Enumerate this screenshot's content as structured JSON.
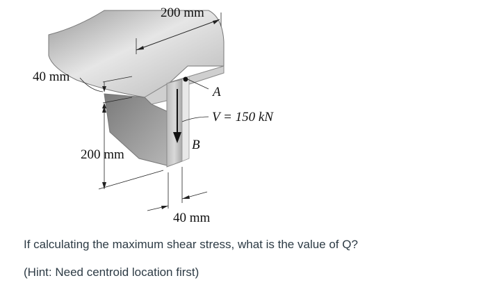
{
  "figure": {
    "flange_width_label": "200 mm",
    "flange_thickness_label": "40 mm",
    "web_depth_label": "200 mm",
    "web_thickness_label": "40 mm",
    "point_a_label": "A",
    "point_b_label": "B",
    "shear_force_label": "V = 150 kN"
  },
  "question": {
    "text": "If calculating the maximum shear stress, what is the value of Q?",
    "hint": "(Hint: Need centroid location first)"
  }
}
